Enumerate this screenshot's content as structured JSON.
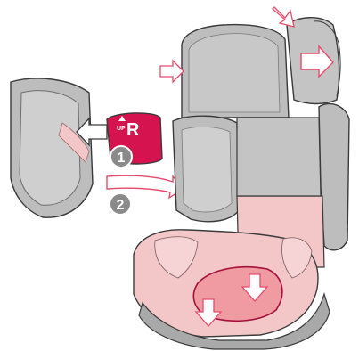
{
  "figure": {
    "steps": [
      {
        "number": "1"
      },
      {
        "number": "2"
      }
    ],
    "tag": {
      "up_text": "UP",
      "side_letter": "R"
    },
    "colors": {
      "seat_gray": "#b9b9b9",
      "seat_gray_dark": "#8d8d8d",
      "seat_pink": "#f3c7c8",
      "seat_pink_dark": "#e59aa0",
      "tag_red": "#d5134f",
      "arrow_pink": "#e64a6d",
      "step_badge": "#8a8a8a",
      "outline": "#3a3a3a"
    }
  }
}
